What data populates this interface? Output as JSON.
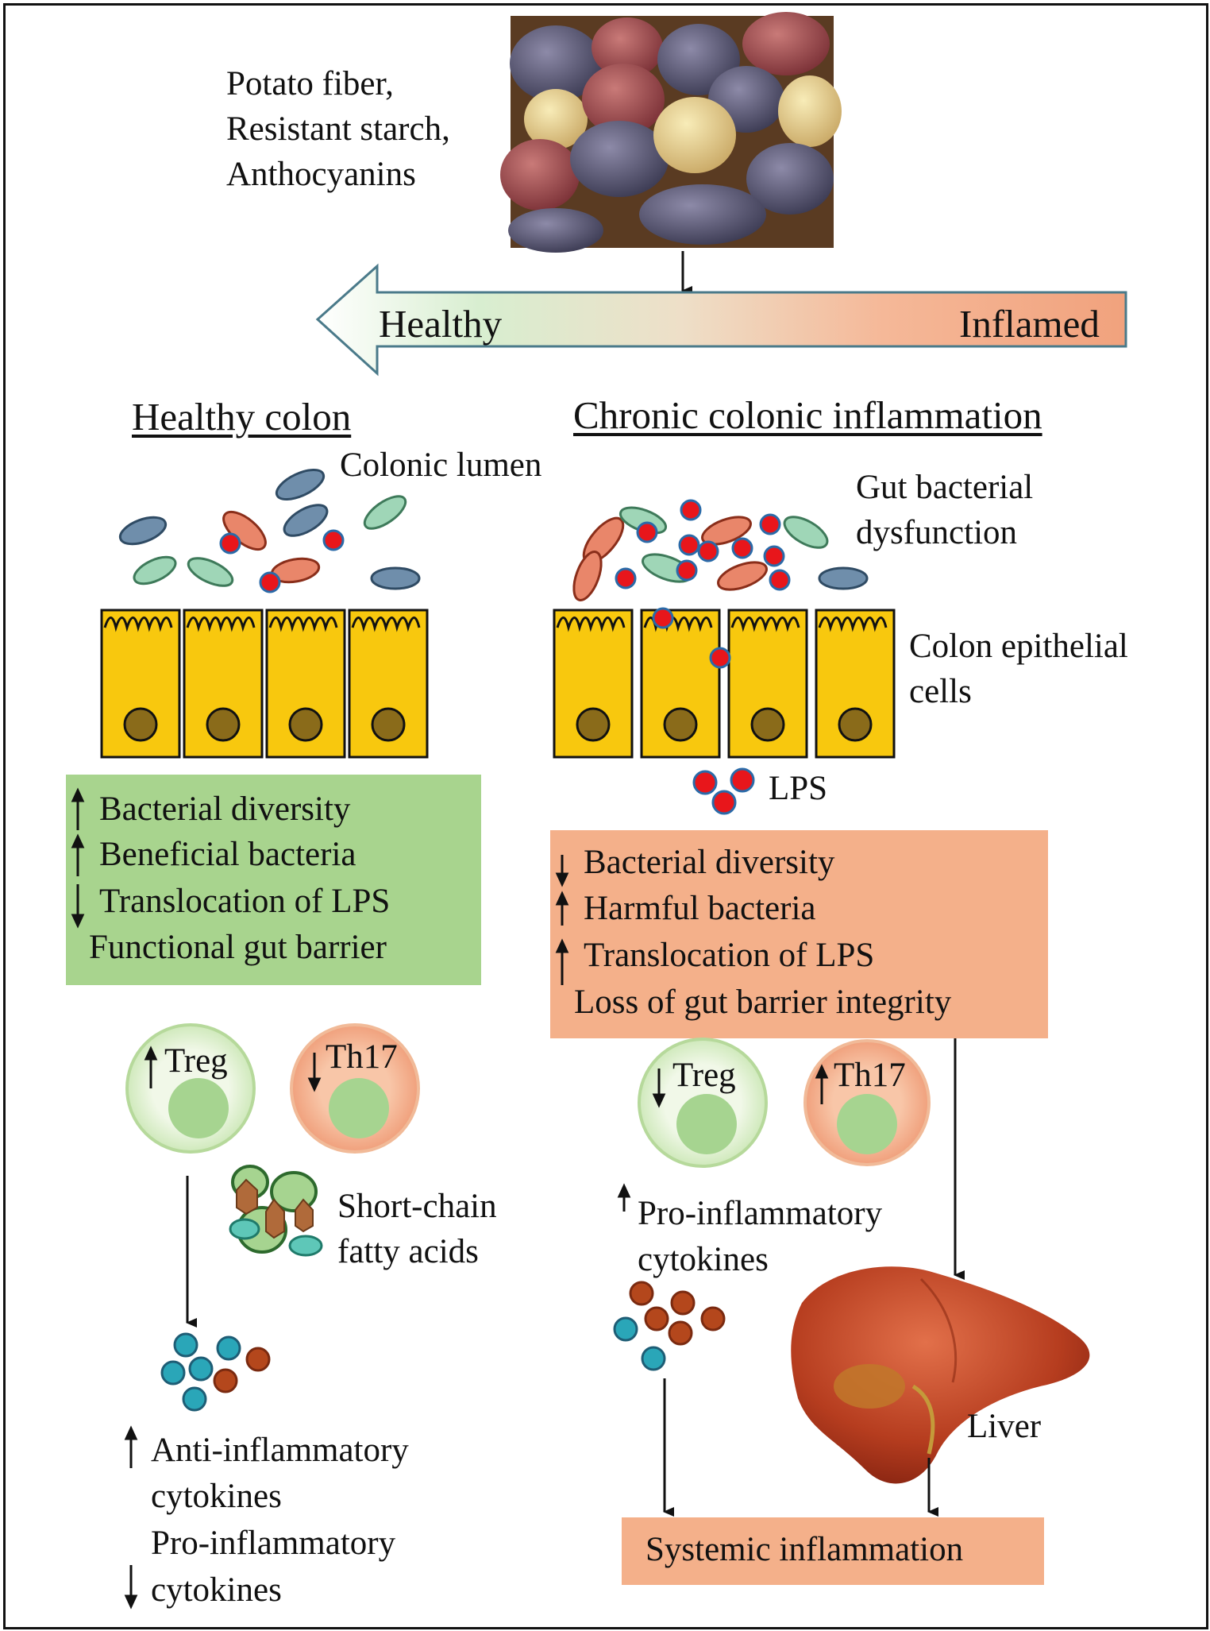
{
  "top_label": [
    "Potato fiber,",
    "Resistant starch,",
    "Anthocyanins"
  ],
  "gradient_arrow": {
    "left": "Healthy",
    "right": "Inflamed"
  },
  "left": {
    "title": "Healthy colon",
    "lumen_label": "Colonic lumen",
    "summary": [
      "Bacterial diversity",
      "Beneficial bacteria",
      "Translocation of LPS",
      "Functional gut barrier"
    ],
    "treg": "Treg",
    "th17": "Th17",
    "scfa": [
      "Short-chain",
      "fatty acids"
    ],
    "outcome": [
      "Anti-inflammatory",
      "cytokines",
      "Pro-inflammatory",
      "cytokines"
    ]
  },
  "right": {
    "title": "Chronic colonic inflammation",
    "bacteria_label": [
      "Gut bacterial",
      "dysfunction"
    ],
    "epithelium_label": [
      "Colon epithelial",
      "cells"
    ],
    "lps_label": "LPS",
    "summary": [
      "Bacterial diversity",
      "Harmful bacteria",
      "Translocation of LPS",
      "Loss of gut barrier integrity"
    ],
    "treg": "Treg",
    "th17": "Th17",
    "cytokine_label": [
      "Pro-inflammatory",
      "cytokines"
    ],
    "liver_label": "Liver",
    "outcome": "Systemic inflammation"
  },
  "colors": {
    "green_box": "#a8d48e",
    "orange_box": "#f4b08a",
    "epithelium": "#f8c80e",
    "lps": "#e8161b",
    "teal_dot": "#2aa6b8",
    "rust_dot": "#b4471c"
  }
}
